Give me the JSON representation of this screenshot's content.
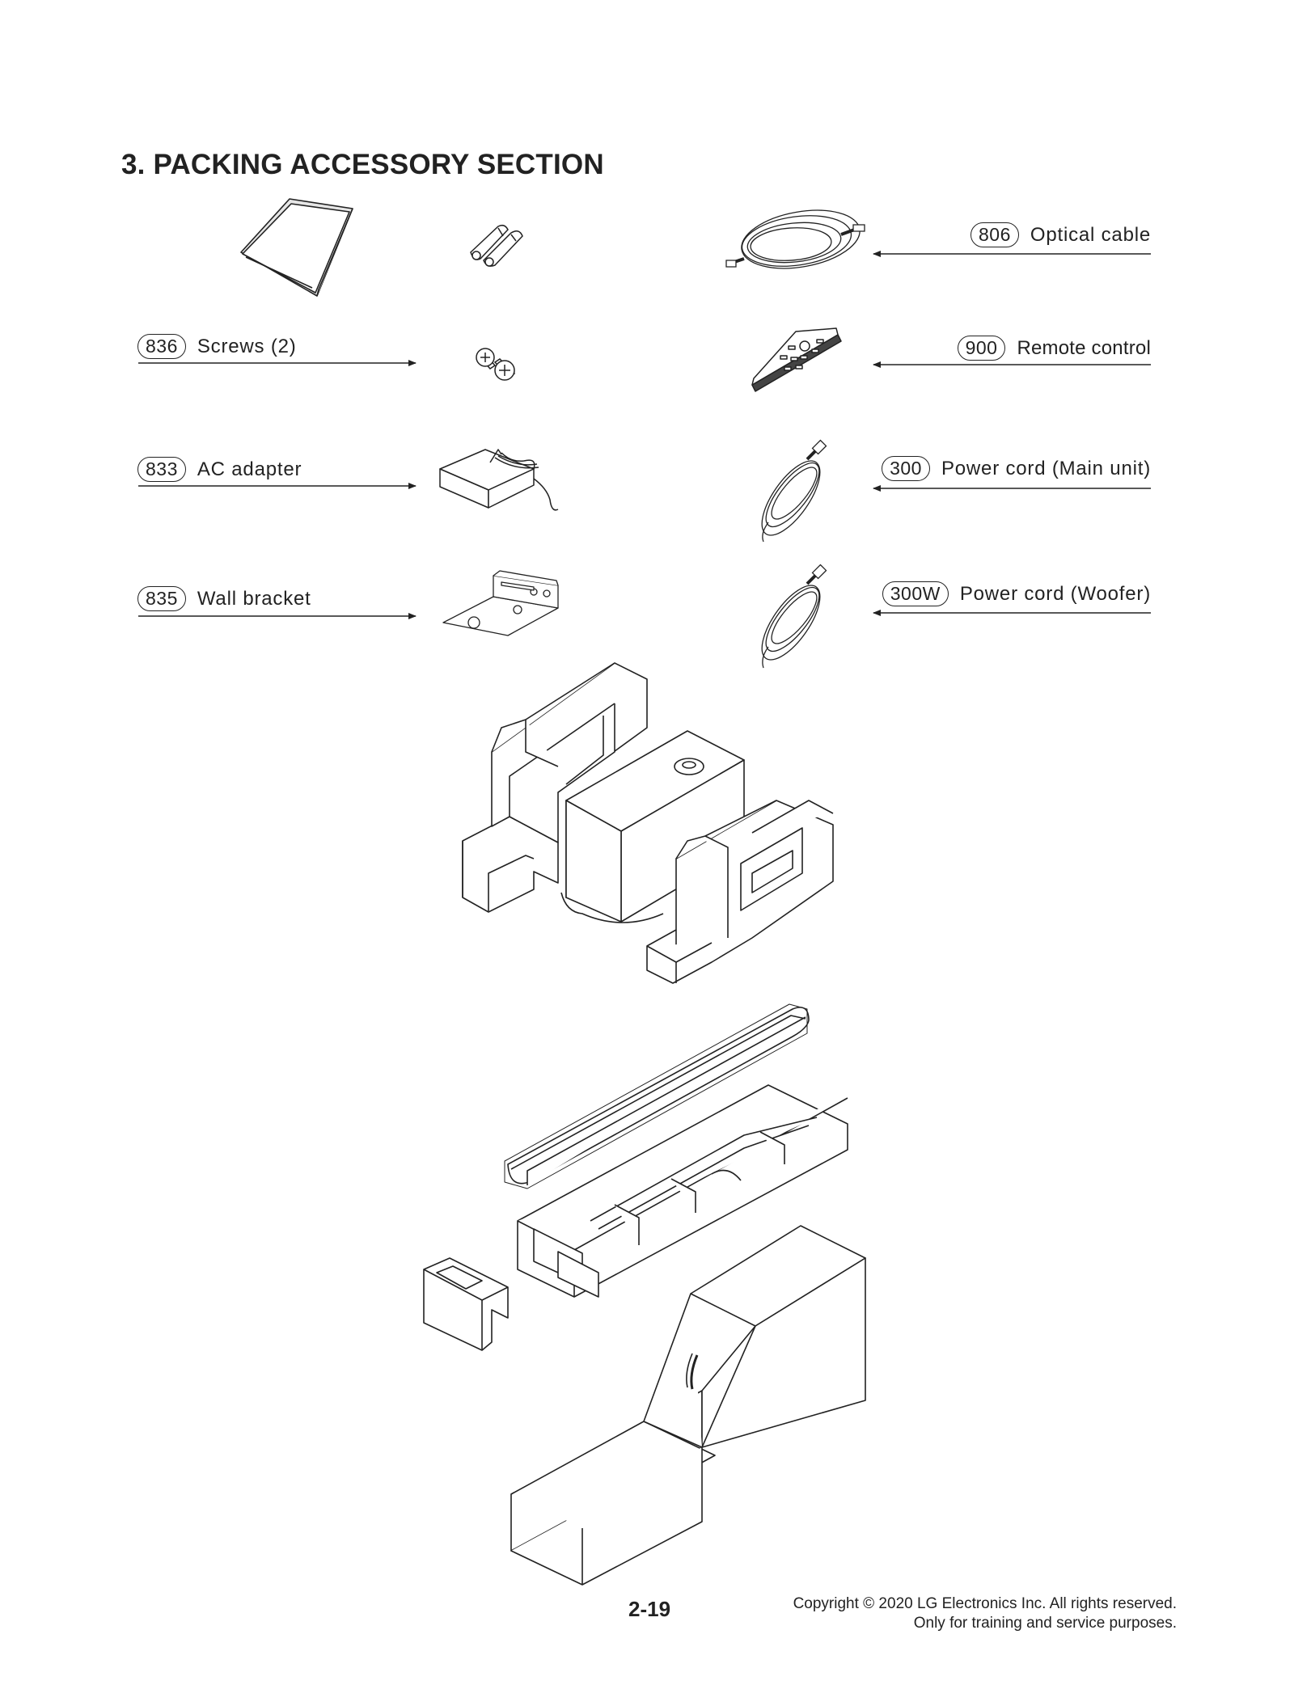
{
  "section_title": "3. PACKING ACCESSORY SECTION",
  "parts": {
    "optical_cable": {
      "code": "806",
      "name": "Optical cable"
    },
    "remote_control": {
      "code": "900",
      "name": "Remote control"
    },
    "power_cord_main": {
      "code": "300",
      "name": "Power cord (Main unit)"
    },
    "power_cord_woofer": {
      "code": "300W",
      "name": "Power cord (Woofer)"
    },
    "screws": {
      "code": "836",
      "name": "Screws (2)"
    },
    "ac_adapter": {
      "code": "833",
      "name": "AC adapter"
    },
    "wall_bracket": {
      "code": "835",
      "name": "Wall bracket"
    }
  },
  "footer": {
    "page_number": "2-19",
    "copyright_line1": "Copyright © 2020 LG Electronics Inc. All rights reserved.",
    "copyright_line2": "Only for training and service purposes."
  },
  "colors": {
    "ink": "#222222",
    "background": "#ffffff"
  }
}
